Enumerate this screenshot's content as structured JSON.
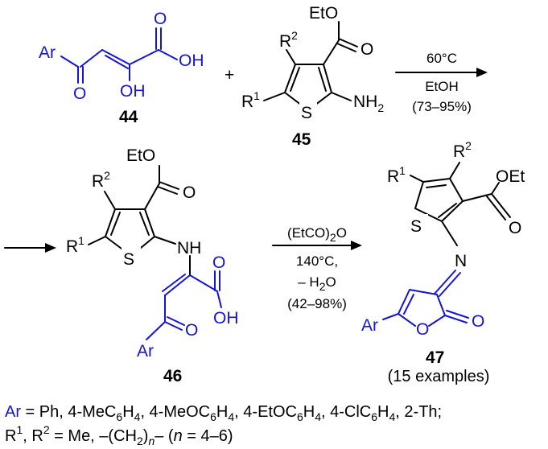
{
  "colors": {
    "accent": "#1414d2",
    "ink": "#000000",
    "background": "#ffffff"
  },
  "atoms": {
    "ar": "Ar",
    "o": "O",
    "oh": "OH",
    "eto": "EtO",
    "oet": "OEt",
    "s": "S",
    "n": "N",
    "nh": "NH",
    "nh2_base": "NH",
    "sub_two": "2",
    "r_base": "R",
    "sup1": "1",
    "sup2": "2"
  },
  "compounds": {
    "c44": "44",
    "c45": "45",
    "c46": "46",
    "c47": "47"
  },
  "plus_sign": "+",
  "step1": {
    "temp": "60°C",
    "solvent": "EtOH",
    "yield": "(73–95%)"
  },
  "step2": {
    "reagent_open": "(EtCO)",
    "reagent_sub": "2",
    "reagent_close": "O",
    "temp": "140°C,",
    "loss_a": "– H",
    "loss_sub": "2",
    "loss_b": "O",
    "yield": "(42–98%)"
  },
  "examples_label": "(15 examples)",
  "legend": {
    "ar_label": "Ar",
    "line1_parts": [
      " = Ph, 4-MeC",
      "6",
      "H",
      "4",
      ", 4-MeOC",
      "6",
      "H",
      "4",
      ", 4-EtOC",
      "6",
      "H",
      "4",
      ", 4-ClC",
      "6",
      "H",
      "4",
      ", 2-Th;"
    ],
    "line2_r": "R",
    "line2_sup1": "1",
    "line2_sep": ", R",
    "line2_sup2": "2",
    "line2_rest_a": " = Me, –(CH",
    "line2_sub2": "2",
    "line2_rest_b": ")",
    "line2_n_sub": "n",
    "line2_rest_c": "– (",
    "line2_n": "n",
    "line2_rest_d": " = 4–6)"
  }
}
